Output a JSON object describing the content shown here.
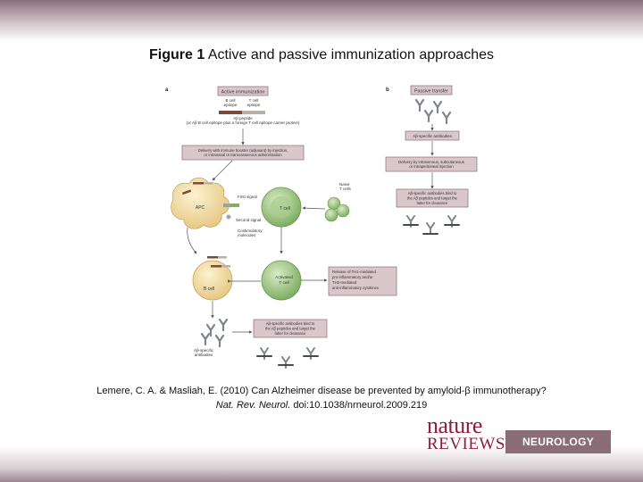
{
  "title": {
    "figure_label": "Figure 1",
    "text": "Active and passive immunization approaches"
  },
  "figure": {
    "panel_a": {
      "label": "a",
      "header": "Active immunization",
      "b_cell_epitope": [
        "B cell",
        "epitope"
      ],
      "t_cell_epitope": [
        "T cell",
        "epitope"
      ],
      "peptide": [
        "Aβ peptide",
        "(or Aβ B cell epitope plus a foreign T cell epitope carrier protein)"
      ],
      "delivery": [
        "Delivery with immune booster (adjuvant) by injection,",
        "or intranasal or transcutaneous administration"
      ],
      "apc": "APC",
      "first_signal": "First signal",
      "second_signal": "Second signal",
      "costim": [
        "Costimulatory",
        "molecules"
      ],
      "t_cell": "T cell",
      "naive": [
        "Naive",
        "T cells"
      ],
      "b_cell": "B cell",
      "activated": [
        "Activated",
        "T cell"
      ],
      "release": [
        "Release of TH1-mediated",
        "pro-inflammatory and/or",
        "TH2-mediated",
        "anti-inflammatory cytokines"
      ],
      "bind": [
        "Aβ-specific antibodies bind to",
        "the Aβ peptides and target the",
        "latter for clearance"
      ],
      "antibodies_label": [
        "Aβ-specific",
        "antibodies"
      ]
    },
    "panel_b": {
      "label": "b",
      "header": "Passive transfer",
      "antibodies": "Aβ-specific antibodies",
      "delivery": [
        "Delivery by intravenous, subcutaneous",
        "or intraperitoneal injection"
      ],
      "bind": [
        "Aβ-specific antibodies bind to",
        "the Aβ peptides and target the",
        "latter for clearance"
      ]
    }
  },
  "caption": {
    "line1": "Lemere, C. A. & Masliah, E. (2010) Can Alzheimer disease be prevented by amyloid-β immunotherapy?",
    "journal": "Nat. Rev. Neurol.",
    "doi": "doi:10.1038/nrneurol.2009.219"
  },
  "logo": {
    "nature": "nature",
    "reviews": "REVIEWS",
    "neurology": "NEUROLOGY"
  }
}
